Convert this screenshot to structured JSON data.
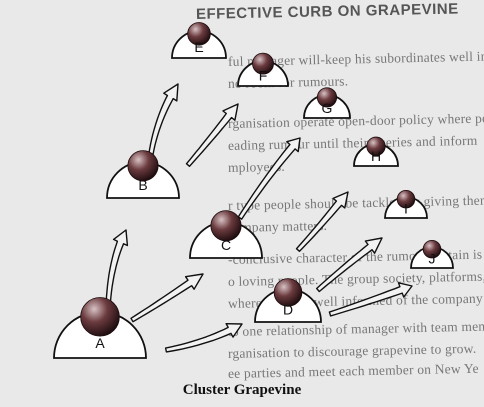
{
  "caption": "Cluster Grapevine",
  "background_text": {
    "heading": "EFFECTIVE CURB ON GRAPEVINE",
    "lines": [
      "ful manager will-keep his subordinates well info",
      "no room for rumours.",
      "rganisation operate open-door policy where people",
      "eading rumour until their queries and inform",
      "mployees.",
      "r type people should be tackled by giving them pa",
      "company matters.",
      "-conclusive character of the rumour certain is no",
      "o loving people. The group society, platforms,",
      "where they are well informed of the company in",
      "to one relationship of manager with team mem",
      "rganisation to discourage grapevine to grow.",
      "ee parties and meet each member on New Ye"
    ]
  },
  "nodes": [
    {
      "id": "A",
      "label": "A"
    },
    {
      "id": "B",
      "label": "B"
    },
    {
      "id": "C",
      "label": "C"
    },
    {
      "id": "D",
      "label": "D"
    },
    {
      "id": "E",
      "label": "E"
    },
    {
      "id": "F",
      "label": "F"
    },
    {
      "id": "G",
      "label": "G"
    },
    {
      "id": "H",
      "label": "H"
    },
    {
      "id": "I",
      "label": "I"
    },
    {
      "id": "J",
      "label": "J"
    }
  ],
  "edges": [
    {
      "from": "A",
      "to": "B"
    },
    {
      "from": "A",
      "to": "C"
    },
    {
      "from": "A",
      "to": "D"
    },
    {
      "from": "B",
      "to": "E"
    },
    {
      "from": "B",
      "to": "F"
    },
    {
      "from": "C",
      "to": "G"
    },
    {
      "from": "C",
      "to": "H"
    },
    {
      "from": "D",
      "to": "I"
    },
    {
      "from": "D",
      "to": "J"
    }
  ],
  "colors": {
    "background": "#e9e9e9",
    "node_fill": "#ffffff",
    "node_stroke": "#111111",
    "ball_dark": "#1a0a0c",
    "ball_mid": "#6b3b3f",
    "ball_light": "#d8c2c4",
    "arrow_fill": "#f2f2f2",
    "arrow_stroke": "#111111"
  }
}
